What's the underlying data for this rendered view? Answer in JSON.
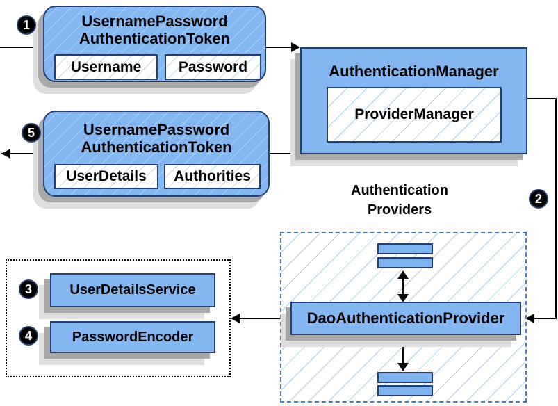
{
  "diagram": {
    "steps": {
      "one": "1",
      "two": "2",
      "three": "3",
      "four": "4",
      "five": "5"
    },
    "token_request": {
      "title_line1": "UsernamePassword",
      "title_line2": "AuthenticationToken",
      "field1": "Username",
      "field2": "Password"
    },
    "token_response": {
      "title_line1": "UsernamePassword",
      "title_line2": "AuthenticationToken",
      "field1": "UserDetails",
      "field2": "Authorities"
    },
    "authentication_manager": {
      "title": "AuthenticationManager",
      "inner": "ProviderManager"
    },
    "providers": {
      "label_line1": "Authentication",
      "label_line2": "Providers",
      "dao": "DaoAuthenticationProvider"
    },
    "collaborators": {
      "user_details_service": "UserDetailsService",
      "password_encoder": "PasswordEncoder"
    },
    "colors": {
      "box_fill": "#84B7F2",
      "box_border": "#24406E",
      "hatch_line": "#A9CBEF",
      "dashed_border": "#4A7CC0",
      "shadow_dark": "#A9A9A9",
      "shadow_light": "#DEDEDE"
    }
  }
}
